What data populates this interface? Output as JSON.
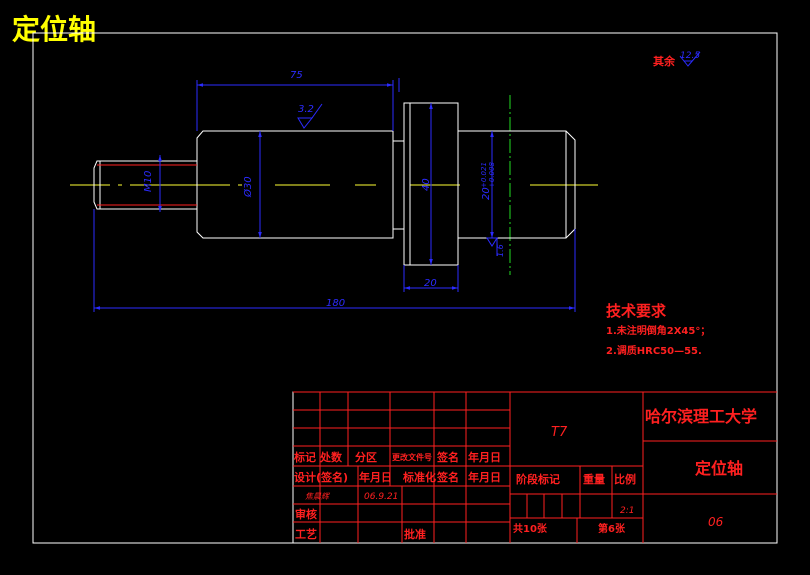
{
  "drawing_title": "定位轴",
  "roughness_other": {
    "label": "其余",
    "value": "12.5"
  },
  "dimensions": {
    "length_75": "75",
    "roughness_3_2": "3.2",
    "thread_m10": "M10",
    "dia_30": "Ø30",
    "dia_40": "40",
    "dia_20": "20",
    "tol_upper": "+0.021",
    "tol_lower": "+0.008",
    "roughness_right": "1.6",
    "width_20": "20",
    "total_length": "180"
  },
  "tech_requirements": {
    "heading": "技术要求",
    "items": [
      "1.未注明倒角2X45°；",
      "2.调质HRC50—55."
    ]
  },
  "title_block": {
    "material": "T7",
    "university": "哈尔滨理工大学",
    "part_name": "定位轴",
    "drawing_no": "06",
    "scale": "2:1",
    "headers": {
      "mark": "标记",
      "count": "处数",
      "zone": "分区",
      "change_doc": "更改文件号",
      "sign": "签名",
      "date": "年月日",
      "design": "设计(签名)",
      "date2": "年月日",
      "standard": "标准化",
      "sign2": "签名",
      "date3": "年月日",
      "stage_mark": "阶段标记",
      "weight": "重量",
      "ratio": "比例",
      "review": "审核",
      "process": "工艺",
      "approve": "批准",
      "total_sheets": "共10张",
      "sheet_no": "第6张"
    },
    "designer_name": "焦晨辉",
    "design_date": "06.9.21"
  },
  "colors": {
    "background": "#000000",
    "outline": "#ffffff",
    "dimension": "#2b2bff",
    "centerline": "#ffff33",
    "title": "#ffff00",
    "table": "#ff2020",
    "hidden_line": "#22dd22"
  }
}
